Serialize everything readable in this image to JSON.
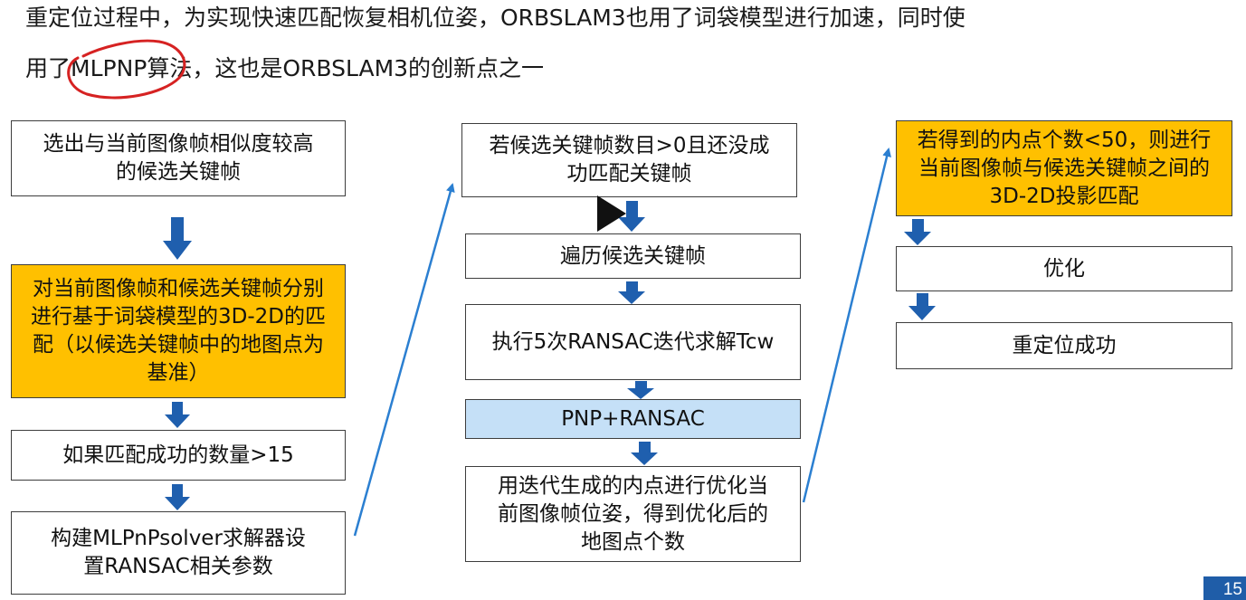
{
  "intro": {
    "line1": "重定位过程中，为实现快速匹配恢复相机位姿，ORBSLAM3也用了词袋模型进行加速，同时使",
    "line2": "用了MLPNP算法，这也是ORBSLAM3的创新点之一"
  },
  "flow": {
    "col1": {
      "step1": "选出与当前图像帧相似度较高的候选关键帧",
      "step2": "对当前图像帧和候选关键帧分别进行基于词袋模型的3D-2D的匹配（以候选关键帧中的地图点为基准）",
      "step3": "如果匹配成功的数量>15",
      "step4": "构建MLPnPsolver求解器设置RANSAC相关参数"
    },
    "col2": {
      "step1": "若候选关键帧数目>0且还没成功匹配关键帧",
      "step2": "遍历候选关键帧",
      "step3": "执行5次RANSAC迭代求解Tcw",
      "step4": "PNP+RANSAC",
      "step5": "用迭代生成的内点进行优化当前图像帧位姿，得到优化后的地图点个数"
    },
    "col3": {
      "step1": "若得到的内点个数<50，则进行当前图像帧与候选关键帧之间的3D-2D投影匹配",
      "step2": "优化",
      "step3": "重定位成功"
    }
  },
  "player": {
    "icon": "play-icon"
  },
  "page": {
    "number": "15"
  },
  "colors": {
    "highlight": "#ffc000",
    "pnp_box": "#c5e0f7",
    "arrow": "#1f5fae",
    "connector": "#2b7fd1",
    "annotation": "#d62222"
  }
}
